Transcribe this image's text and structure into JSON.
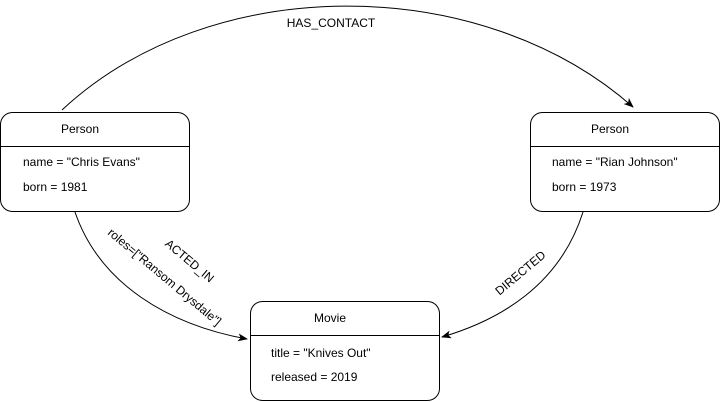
{
  "colors": {
    "background": "#ffffff",
    "stroke": "#000000",
    "text": "#000000"
  },
  "nodes": {
    "chris": {
      "label": "Person",
      "props": [
        "name = \"Chris Evans\"",
        "born =  1981"
      ]
    },
    "rian": {
      "label": "Person",
      "props": [
        "name = \"Rian Johnson\"",
        "born =  1973"
      ]
    },
    "movie": {
      "label": "Movie",
      "props": [
        "title = \"Knives Out\"",
        "released =  2019"
      ]
    }
  },
  "edges": {
    "has_contact": {
      "label": "HAS_CONTACT"
    },
    "acted_in": {
      "label": "ACTED_IN",
      "roles": "roles=[\"Ransom Drysdale\"]"
    },
    "directed": {
      "label": "DIRECTED"
    }
  }
}
